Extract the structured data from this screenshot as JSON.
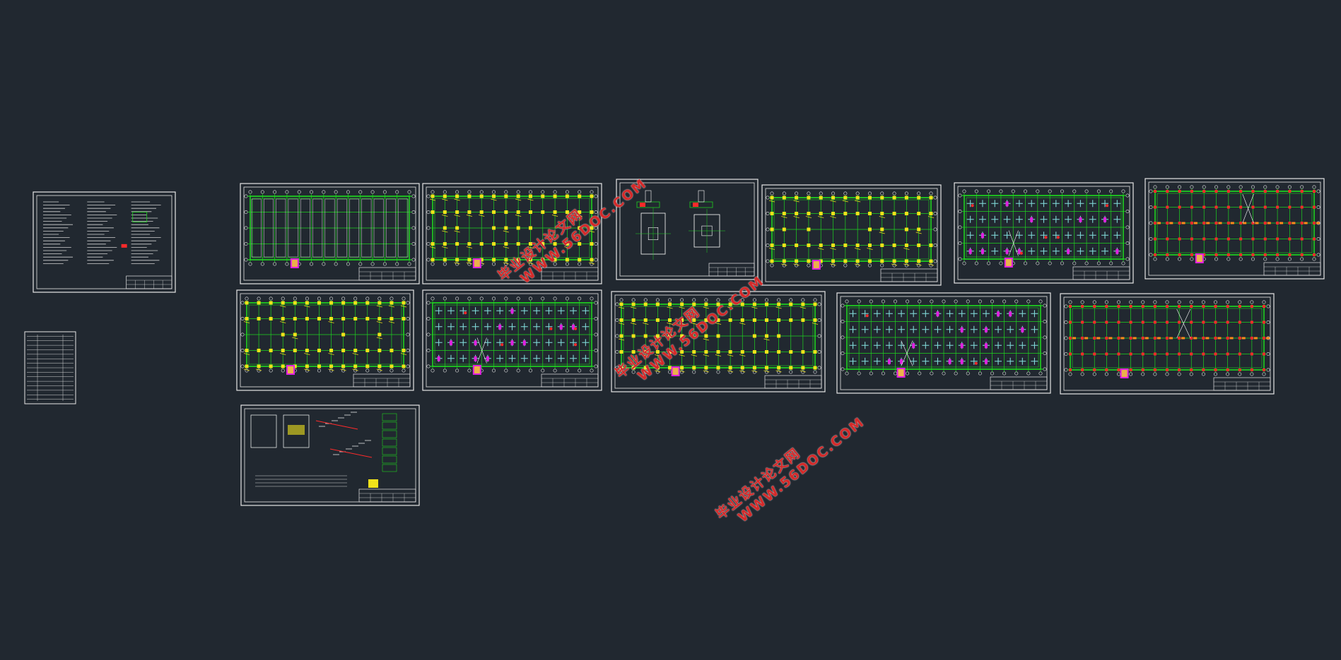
{
  "app": {
    "background_color": "#212830"
  },
  "colors": {
    "frame": "#e6e6e6",
    "grid_green": "#1fd31f",
    "column_yellow": "#f0e21a",
    "beam_cyan": "#7fd6d6",
    "rebar_red": "#ff2a2a",
    "magenta": "#e020e0",
    "watermark": "#d42a2a"
  },
  "watermark": {
    "line1": "毕业设计论文网",
    "line2": "WWW.56DOC.COM"
  },
  "sheets": [
    {
      "id": "general-notes-sheet",
      "kind": "notes"
    },
    {
      "id": "drawing-index-table",
      "kind": "table"
    },
    {
      "id": "foundation-plan-sheet",
      "kind": "plan-frame"
    },
    {
      "id": "foundation-layout-sheet",
      "kind": "plan-cols"
    },
    {
      "id": "foundation-detail-sheet",
      "kind": "detail"
    },
    {
      "id": "column-plan-sheet-1",
      "kind": "plan-cols"
    },
    {
      "id": "floor-reinforcement-sheet-1",
      "kind": "plan-slab"
    },
    {
      "id": "roof-reinforcement-sheet",
      "kind": "plan-roof"
    },
    {
      "id": "column-plan-sheet-2",
      "kind": "plan-cols"
    },
    {
      "id": "floor-reinforcement-sheet-2",
      "kind": "plan-slab"
    },
    {
      "id": "column-plan-sheet-3",
      "kind": "plan-cols"
    },
    {
      "id": "floor-reinforcement-sheet-3",
      "kind": "plan-slab"
    },
    {
      "id": "roof-reinforcement-sheet-2",
      "kind": "plan-roof"
    },
    {
      "id": "stair-detail-sheet",
      "kind": "stair"
    }
  ]
}
